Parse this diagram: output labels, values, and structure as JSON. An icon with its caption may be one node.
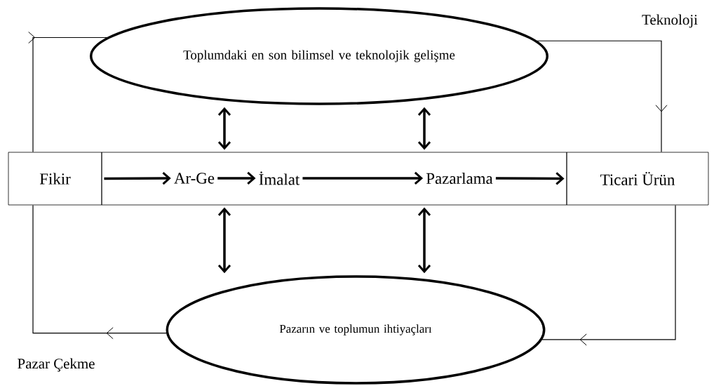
{
  "diagram": {
    "nodes": [
      {
        "text": [
          "Toplumdaki en son bilimsel ve teknolojik gelişme"
        ]
      },
      {
        "text": [
          "Fikir"
        ]
      },
      {
        "text": [],
        "shape": "box"
      },
      {
        "text": [
          "Ar-Ge"
        ],
        "in": 2
      },
      {
        "text": [
          "İmalat"
        ],
        "in": 2
      },
      {
        "text": [
          "Pazarlama"
        ],
        "in": 2
      },
      {
        "text": [
          "Ticari Ürün"
        ]
      },
      {
        "text": [
          "Pazarın ve toplumun ihtiyaçları"
        ]
      }
    ],
    "edges": [
      {
        "from": 1,
        "to": 3,
        "arrow": "to"
      },
      {
        "from": 3,
        "to": 4,
        "arrow": "to"
      },
      {
        "from": 4,
        "to": 5,
        "arrow": "to"
      },
      {
        "from": 5,
        "to": 6,
        "arrow": "to"
      },
      {
        "from": 0,
        "to": 2,
        "arrow": "both"
      },
      {
        "from": 0,
        "to": 2,
        "arrow": "both"
      },
      {
        "from": 2,
        "to": 7,
        "arrow": "both"
      },
      {
        "from": 2,
        "to": 7,
        "arrow": "both"
      },
      {
        "from": 1,
        "to": 0,
        "arrow": "to"
      },
      {
        "from": 0,
        "to": 6,
        "arrow": "to"
      },
      {
        "from": 6,
        "to": 7,
        "arrow": "to"
      },
      {
        "from": 7,
        "to": 1,
        "arrow": "to"
      }
    ],
    "labels": [
      "Teknoloji",
      "Pazar Çekme"
    ]
  }
}
